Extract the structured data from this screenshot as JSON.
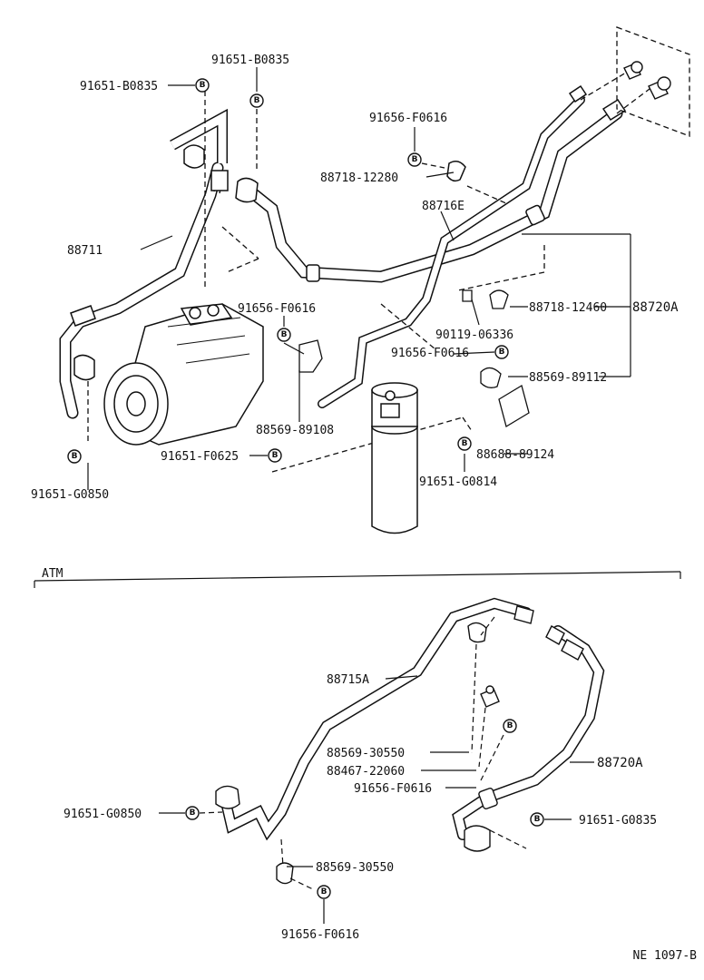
{
  "marker_letter": "B",
  "section_atm": "ATM",
  "footer_code": "NE 1097-B",
  "top": {
    "l1": "91651-B0835",
    "l2": "91651-B0835",
    "l3": "91656-F0616",
    "l4": "88718-12280",
    "l5": "88716E",
    "l6": "88711",
    "l7": "91656-F0616",
    "l8": "88718-12460",
    "l9": "88720A",
    "l10": "90119-06336",
    "l11": "91656-F0616",
    "l12": "88569-89112",
    "l13": "88569-89108",
    "l14": "91651-F0625",
    "l15": "88688-89124",
    "l16": "91651-G0850",
    "l17": "91651-G0814"
  },
  "atm": {
    "l1": "88715A",
    "l2": "88569-30550",
    "l3": "88467-22060",
    "l4": "91656-F0616",
    "l5": "88720A",
    "l6": "91651-G0850",
    "l7": "91651-G0835",
    "l8": "88569-30550",
    "l9": "91656-F0616"
  }
}
